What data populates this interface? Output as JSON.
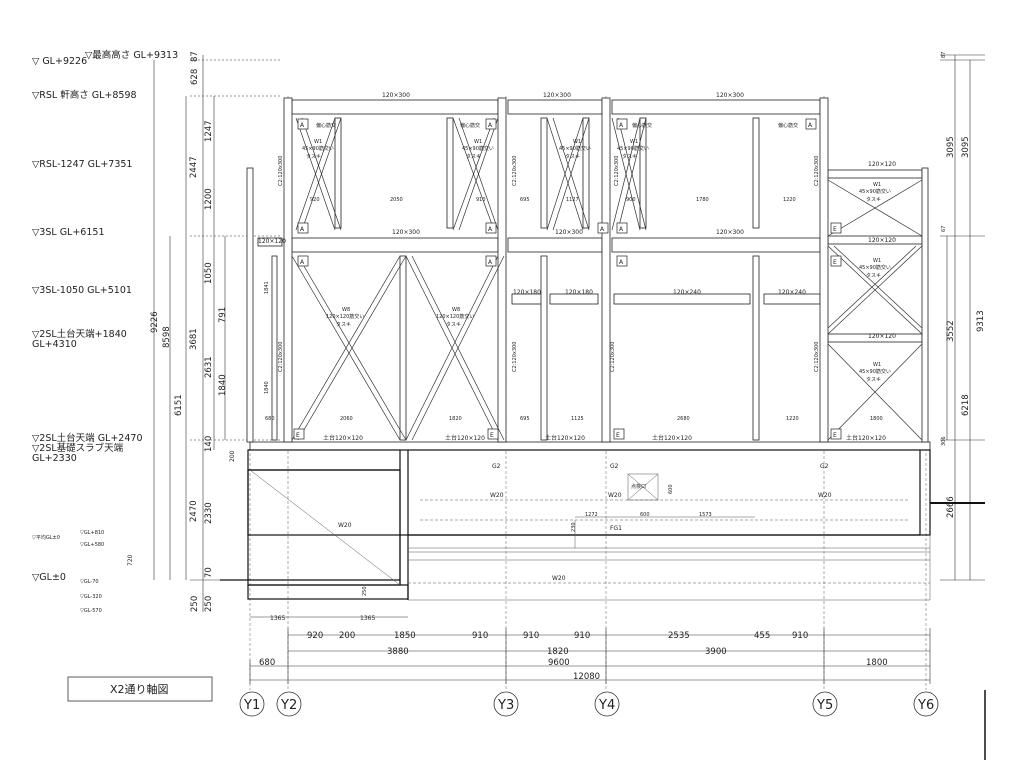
{
  "title": "X2通り軸図",
  "axes": [
    "Y1",
    "Y2",
    "Y3",
    "Y4",
    "Y5",
    "Y6"
  ],
  "levels": [
    {
      "text": "▽ GL+9226",
      "text2": "▽最高高さ GL+9313"
    },
    {
      "text": "▽RSL 軒高さ GL+8598"
    },
    {
      "text": "▽RSL-1247 GL+7351"
    },
    {
      "text": "▽3SL GL+6151"
    },
    {
      "text": "▽3SL-1050 GL+5101"
    },
    {
      "text": "▽2SL土台天端+1840",
      "text2": "GL+4310"
    },
    {
      "text": "▽2SL土台天端 GL+2470",
      "text2": "▽2SL基礎スラブ天端",
      "text3": "GL+2330"
    },
    {
      "text": "▽GL±0"
    }
  ],
  "small_levels": [
    "▽平均GL±0",
    "▽GL+810",
    "▽GL+580",
    "▽GL-70",
    "▽GL-320",
    "▽GL-570"
  ],
  "left_dims": {
    "d87": "87",
    "d628": "628",
    "d1247": "1247",
    "d2447": "2447",
    "d1200": "1200",
    "d1050": "1050",
    "d791": "791",
    "d3681": "3681",
    "d2631": "2631",
    "d1840": "1840",
    "d140": "140",
    "d2470": "2470",
    "d2330": "2330",
    "d70": "70",
    "d250a": "250",
    "d250b": "250",
    "d9226": "9226",
    "d8598": "8598",
    "d6151": "6151",
    "d200": "200",
    "d720": "720"
  },
  "right_dims": {
    "r87": "87",
    "r3095a": "3095",
    "r3095b": "3095",
    "r67": "67",
    "r3552": "3552",
    "r9313": "9313",
    "r6218": "6218",
    "r306": "306",
    "r2666": "2666"
  },
  "bottom_dims": {
    "row1": [
      "920",
      "200",
      "1850",
      "910",
      "910",
      "910",
      "2535",
      "455",
      "910"
    ],
    "row2": [
      "3880",
      "1820",
      "3900"
    ],
    "row3": [
      "680",
      "9600",
      "1800"
    ],
    "row4": "12080",
    "b1365a": "1365",
    "b1365b": "1365"
  },
  "beams": {
    "b120x300": "120×300",
    "b120x120": "120×120",
    "b120x180": "120×180",
    "b120x240": "120×240",
    "dodai": "土台120×120",
    "col": "C2:120x300"
  },
  "marks": {
    "A": "A",
    "E": "E"
  },
  "braces": {
    "w1a": "W1",
    "w1b": "45×90筋交い",
    "tasuki": "タスキ",
    "w8a": "W8",
    "w8b": "120×120筋交い",
    "henshin": "偏心筋交"
  },
  "inner_dims": {
    "upper": [
      "920",
      "2050",
      "910",
      "695",
      "1127",
      "900",
      "1780",
      "1220"
    ],
    "lower": [
      "680",
      "2060",
      "1820",
      "695",
      "1125",
      "2680",
      "1220",
      "1800"
    ],
    "h1841": "1841",
    "h1840": "1840"
  },
  "foundation": {
    "g2": "G2",
    "w20": "W20",
    "fg1": "FG1",
    "f1272": "1272",
    "f600": "600",
    "f1573": "1573",
    "f230": "230",
    "f250": "250",
    "f600v": "600",
    "pit": "点検口"
  }
}
